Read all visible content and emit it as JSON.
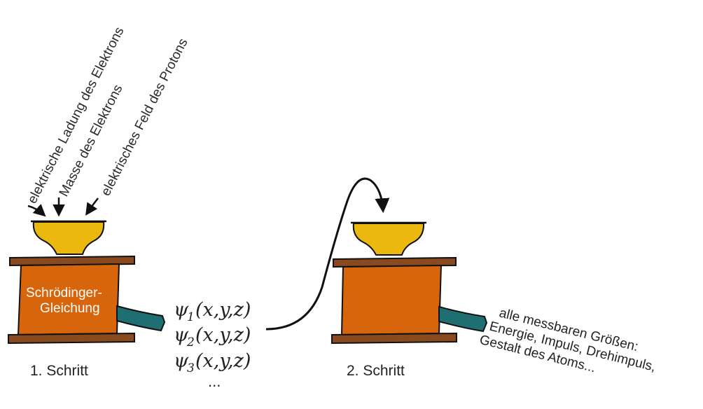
{
  "inputs": {
    "label_1": "elektrische Ladung des Elektrons",
    "label_2": "Masse des Elektrons",
    "label_3": "elektrisches Feld des Protons"
  },
  "machine_1": {
    "label_line1": "Schrödinger-",
    "label_line2": "Gleichung",
    "step_label": "1. Schritt"
  },
  "wavefunctions": {
    "psi_1": {
      "symbol": "ψ",
      "index": "1",
      "args": "(x,y,z)"
    },
    "psi_2": {
      "symbol": "ψ",
      "index": "2",
      "args": "(x,y,z)"
    },
    "psi_3": {
      "symbol": "ψ",
      "index": "3",
      "args": "(x,y,z)"
    },
    "ellipsis": "..."
  },
  "machine_2": {
    "step_label": "2. Schritt"
  },
  "outputs": {
    "line_1": "alle messbaren Größen:",
    "line_2": "Energie, Impuls, Drehimpuls,",
    "line_3": "Gestalt des Atoms..."
  },
  "colors": {
    "funnel": "#EAB80E",
    "body": "#D7650C",
    "plate": "#8A4A20",
    "chute": "#1F6E72",
    "ink": "#111111"
  }
}
